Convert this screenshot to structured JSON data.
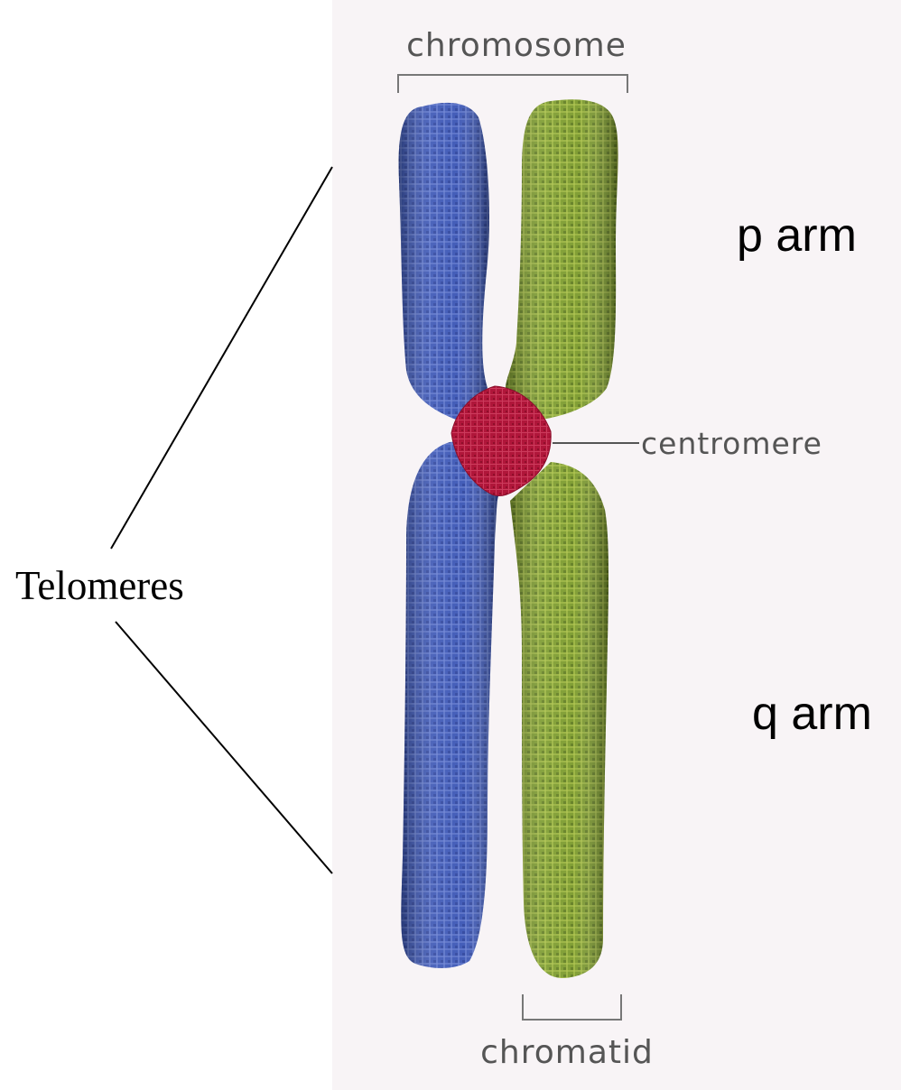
{
  "labels": {
    "chromosome": "chromosome",
    "centromere": "centromere",
    "chromatid": "chromatid",
    "p_arm": "p arm",
    "q_arm": "q arm",
    "telomeres": "Telomeres"
  },
  "colors": {
    "panel_background": "#f8f4f6",
    "chromatid_left": "#3b57b8",
    "chromatid_right": "#7a9a2c",
    "centromere": "#b3163a"
  }
}
